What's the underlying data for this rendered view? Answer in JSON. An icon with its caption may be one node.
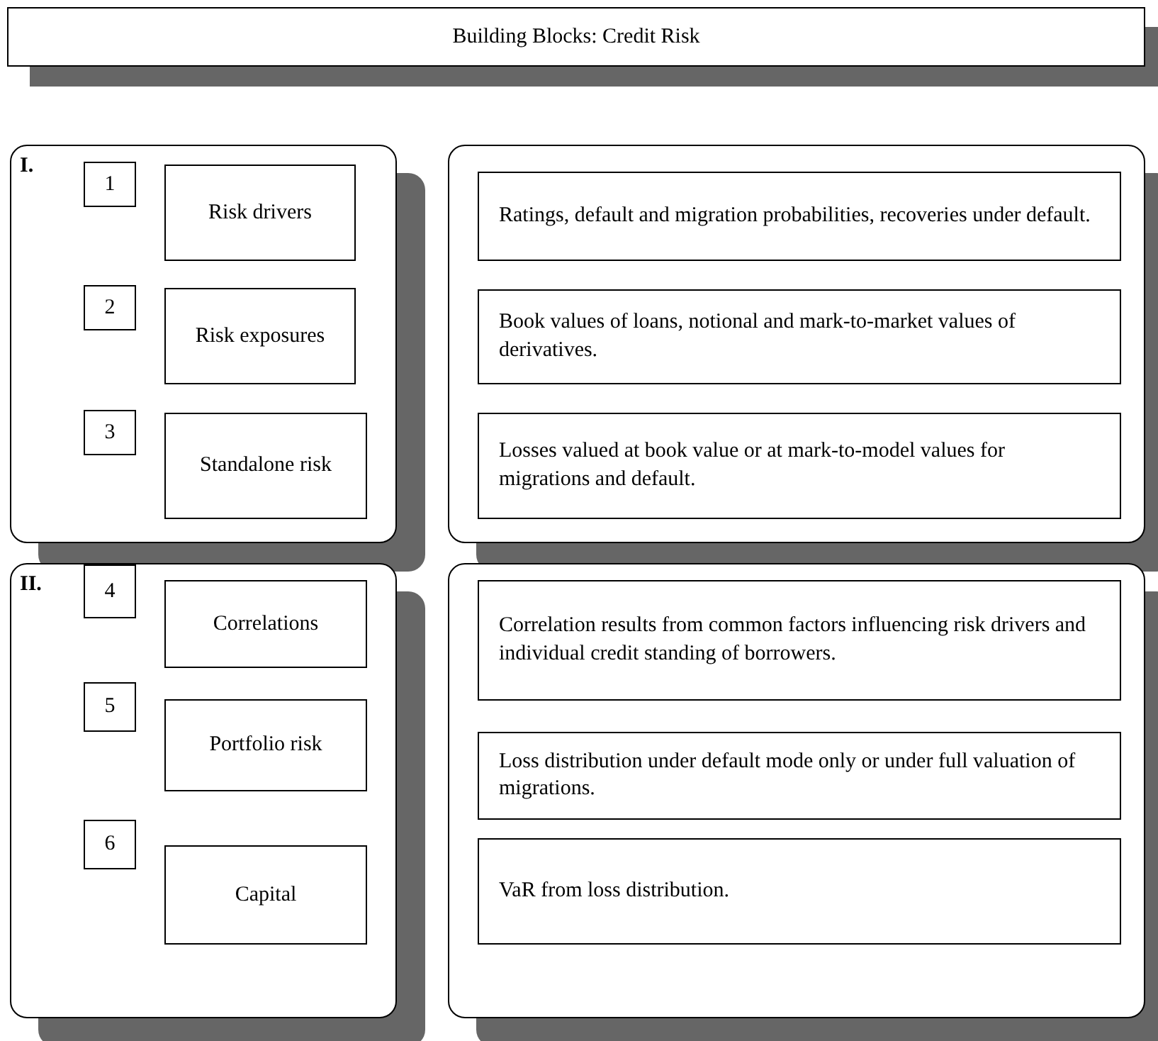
{
  "diagram": {
    "nodes": [
      {
        "text": [
          "Building Blocks: Credit Risk"
        ]
      },
      {
        "text": [
          "I."
        ]
      },
      {
        "text": [
          "1"
        ],
        "in": 1
      },
      {
        "text": [
          "Risk drivers"
        ],
        "in": 1
      },
      {
        "text": [
          "2"
        ],
        "in": 1
      },
      {
        "text": [
          "Risk exposures"
        ],
        "in": 1
      },
      {
        "text": [
          "3"
        ],
        "in": 1
      },
      {
        "text": [
          "Standalone risk"
        ],
        "in": 1
      },
      {
        "text": [],
        "shape": "box"
      },
      {
        "text": [
          "Ratings, default and migration probabilities, recoveries under default."
        ],
        "in": 8
      },
      {
        "text": [
          "Book values of loans, notional and mark-to-market values of derivatives."
        ],
        "in": 8
      },
      {
        "text": [
          "Losses valued at book value or at mark-to-model values for migrations and default."
        ],
        "in": 8
      },
      {
        "text": [
          "II."
        ]
      },
      {
        "text": [
          "4"
        ],
        "in": 12
      },
      {
        "text": [
          "Correlations"
        ],
        "in": 12
      },
      {
        "text": [
          "5"
        ],
        "in": 12
      },
      {
        "text": [
          "Portfolio risk"
        ],
        "in": 12
      },
      {
        "text": [
          "6"
        ],
        "in": 12
      },
      {
        "text": [
          "Capital"
        ],
        "in": 12
      },
      {
        "text": [],
        "shape": "box"
      },
      {
        "text": [
          "Correlation results from common factors influencing risk drivers and individual credit standing of borrowers."
        ],
        "in": 19
      },
      {
        "text": [
          "Loss distribution under default mode only or under full valuation of migrations."
        ],
        "in": 19
      },
      {
        "text": [
          "VaR from loss distribution."
        ],
        "in": 19
      }
    ],
    "edges": []
  }
}
